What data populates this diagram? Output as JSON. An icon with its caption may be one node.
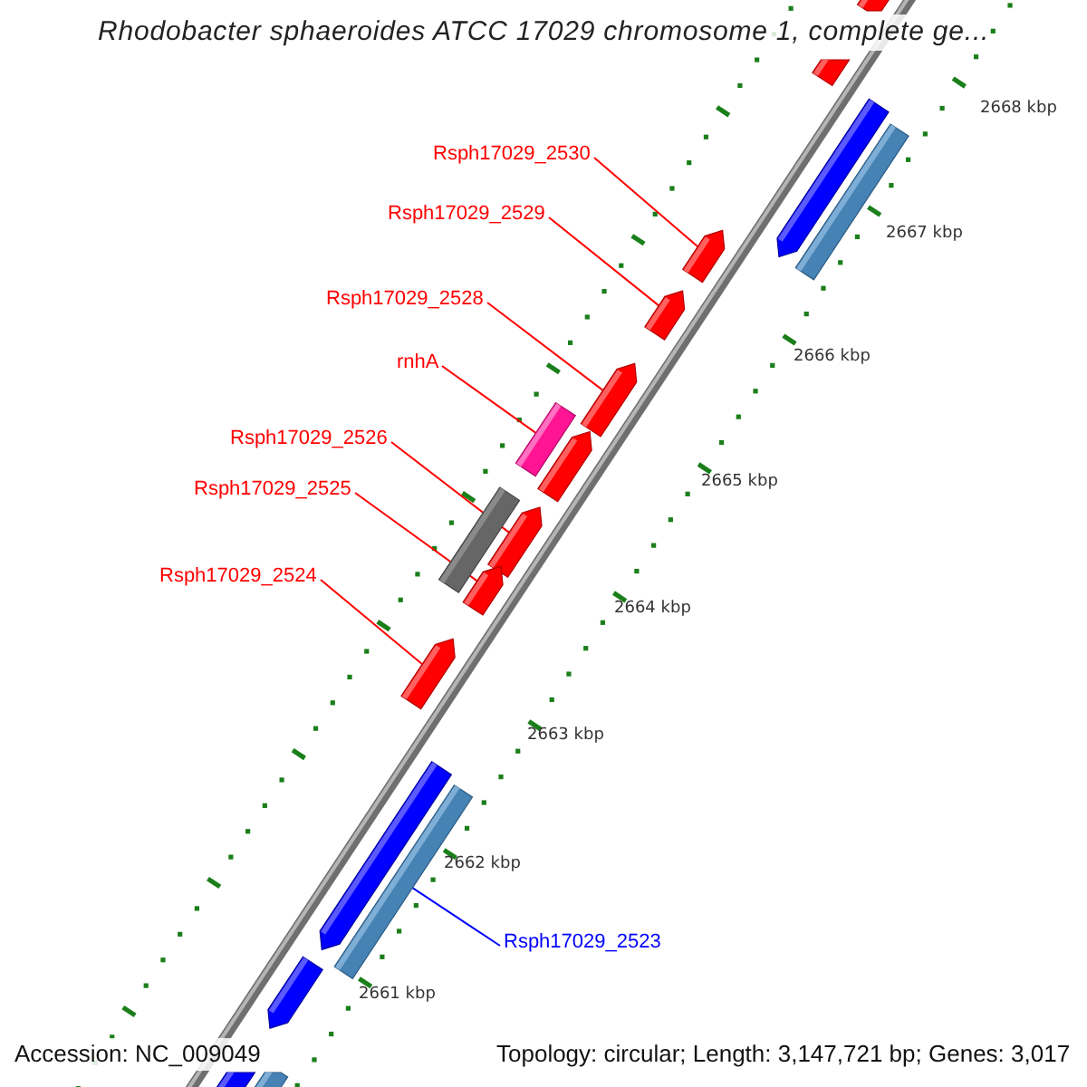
{
  "diagram": {
    "title": "Rhodobacter sphaeroides ATCC 17029 chromosome 1, complete ge...",
    "nodes": [
      {
        "text": [
          "Rsph17029_2530"
        ]
      },
      {
        "text": [
          "Rsph17029_2529"
        ]
      },
      {
        "text": [
          "Rsph17029_2528"
        ]
      },
      {
        "text": [
          "rnhA"
        ]
      },
      {
        "text": [
          "Rsph17029_2526"
        ]
      },
      {
        "text": [
          "Rsph17029_2525"
        ]
      },
      {
        "text": [
          "Rsph17029_2524"
        ]
      },
      {
        "text": [
          "Rsph17029_2523"
        ]
      },
      {
        "text": [],
        "shape": "bar"
      },
      {
        "text": [],
        "shape": "bar"
      },
      {
        "text": [],
        "shape": "bar"
      },
      {
        "text": [],
        "shape": "bar"
      },
      {
        "text": [],
        "shape": "bar"
      },
      {
        "text": [],
        "shape": "bar"
      },
      {
        "text": [],
        "shape": "bar"
      },
      {
        "text": [],
        "shape": "bar"
      },
      {
        "text": [],
        "shape": "bar"
      },
      {
        "text": [],
        "shape": "bar"
      },
      {
        "text": [],
        "shape": "bar"
      },
      {
        "text": [],
        "shape": "bar"
      },
      {
        "text": [],
        "shape": "bar"
      },
      {
        "text": [],
        "shape": "bar"
      },
      {
        "text": [],
        "shape": "bar"
      },
      {
        "text": [],
        "shape": "bar"
      },
      {
        "text": [],
        "shape": "bar"
      },
      {
        "text": [],
        "shape": "bar"
      }
    ],
    "edges": [
      {
        "from": 0,
        "to": 8,
        "arrow": "none"
      },
      {
        "from": 1,
        "to": 9,
        "arrow": "none"
      },
      {
        "from": 2,
        "to": 10,
        "arrow": "none"
      },
      {
        "from": 3,
        "to": 11,
        "arrow": "none"
      },
      {
        "from": 4,
        "to": 12,
        "arrow": "none"
      },
      {
        "from": 5,
        "to": 13,
        "arrow": "none"
      },
      {
        "from": 6,
        "to": 14,
        "arrow": "none"
      },
      {
        "from": 7,
        "to": 15,
        "arrow": "none",
        "color": "#0000ff"
      }
    ],
    "labels": [
      "2668 kbp",
      "2667 kbp",
      "2666 kbp",
      "2665 kbp",
      "2664 kbp",
      "2663 kbp",
      "2662 kbp",
      "2661 kbp",
      "Accession: NC_009049",
      "Topology: circular; Length: 3,147,721 bp; Genes: 3,017"
    ]
  }
}
